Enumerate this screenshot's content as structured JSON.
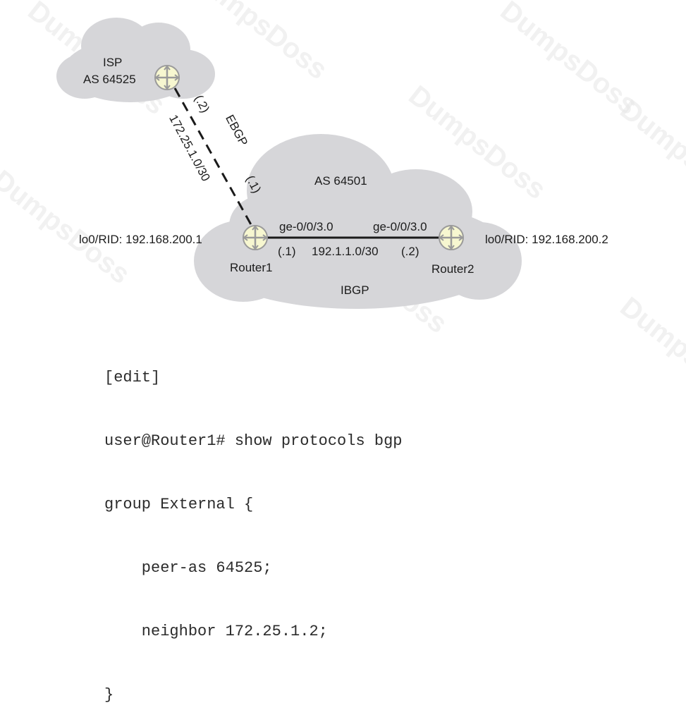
{
  "isp": {
    "name": "ISP",
    "as": "AS 64525"
  },
  "ebgp": {
    "label": "EBGP",
    "subnet": "172.25.1.0/30",
    "isp_end": "(.2)",
    "router1_end": "(.1)"
  },
  "core": {
    "as": "AS 64501",
    "protocol": "IBGP"
  },
  "link": {
    "router1_interface": "ge-0/0/3.0",
    "router2_interface": "ge-0/0/3.0",
    "router1_end": "(.1)",
    "subnet": "192.1.1.0/30",
    "router2_end": "(.2)"
  },
  "router1": {
    "name": "Router1",
    "rid": "lo0/RID: 192.168.200.1"
  },
  "router2": {
    "name": "Router2",
    "rid": "lo0/RID: 192.168.200.2"
  },
  "config": {
    "lines": [
      "[edit]",
      "user@Router1# show protocols bgp",
      "group External {",
      "    peer-as 64525;",
      "    neighbor 172.25.1.2;",
      "}"
    ]
  },
  "watermark": {
    "text": "DumpsDoss"
  },
  "colors": {
    "cloud": "#d6d6d9",
    "router_fill": "#f7f7d0",
    "router_stroke": "#9a9a9a",
    "link": "#1a1a1a"
  }
}
